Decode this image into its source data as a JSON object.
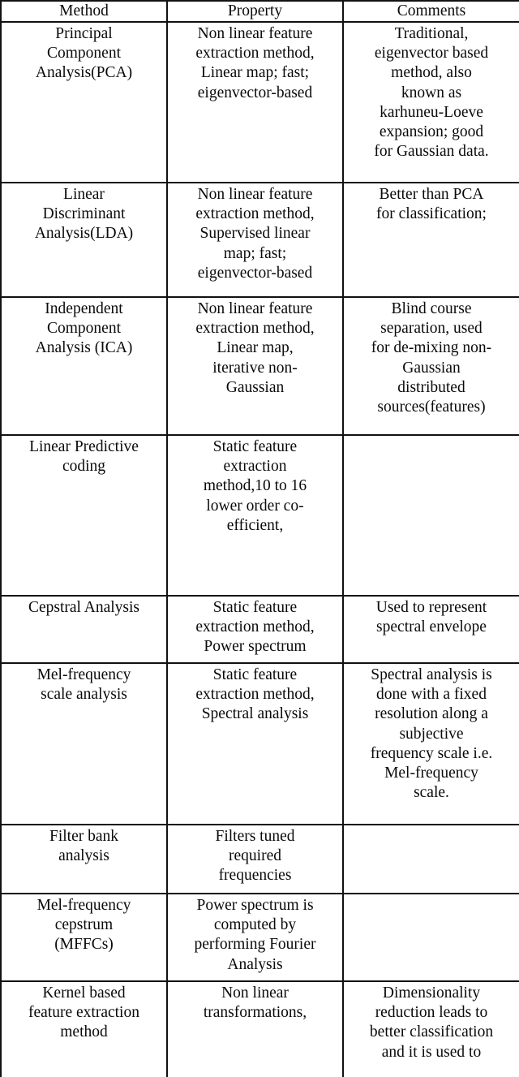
{
  "table": {
    "columns": [
      "Method",
      "Property",
      "Comments"
    ],
    "rows": [
      {
        "method": "Principal\nComponent\nAnalysis(PCA)",
        "property": "Non linear feature\nextraction method,\nLinear map; fast;\neigenvector-based",
        "comments": "Traditional,\neigenvector based\nmethod, also\nknown as\nkarhuneu-Loeve\nexpansion; good\nfor Gaussian data."
      },
      {
        "method": "Linear\nDiscriminant\nAnalysis(LDA)",
        "property": "Non linear feature\nextraction method,\nSupervised linear\nmap; fast;\neigenvector-based",
        "comments": "Better than PCA\nfor classification;"
      },
      {
        "method": "Independent\nComponent\nAnalysis (ICA)",
        "property": "Non linear feature\nextraction method,\nLinear map,\niterative non-\nGaussian",
        "comments": "Blind course\nseparation, used\nfor de-mixing non-\nGaussian\ndistributed\nsources(features)"
      },
      {
        "method": "Linear Predictive\ncoding",
        "property": "Static feature\nextraction\nmethod,10 to 16\nlower order co-\nefficient,",
        "comments": ""
      },
      {
        "method": "Cepstral Analysis",
        "property": "Static feature\nextraction method,\nPower spectrum",
        "comments": "Used to represent\nspectral envelope"
      },
      {
        "method": "Mel-frequency\nscale analysis",
        "property": "Static feature\nextraction method,\nSpectral analysis",
        "comments": "Spectral analysis is\ndone with a fixed\nresolution along a\nsubjective\nfrequency scale i.e.\nMel-frequency\nscale."
      },
      {
        "method": "Filter bank\nanalysis",
        "property": "Filters tuned\nrequired\nfrequencies",
        "comments": ""
      },
      {
        "method": "Mel-frequency\ncepstrum\n(MFFCs)",
        "property": "Power spectrum is\ncomputed by\nperforming Fourier\nAnalysis",
        "comments": ""
      },
      {
        "method": "Kernel based\nfeature extraction\nmethod",
        "property": "Non linear\ntransformations,",
        "comments": "Dimensionality\nreduction leads to\nbetter classification\nand it is used to"
      }
    ]
  },
  "style": {
    "border_color": "#111111",
    "text_color": "#0a0a0a",
    "background": "#ffffff"
  }
}
